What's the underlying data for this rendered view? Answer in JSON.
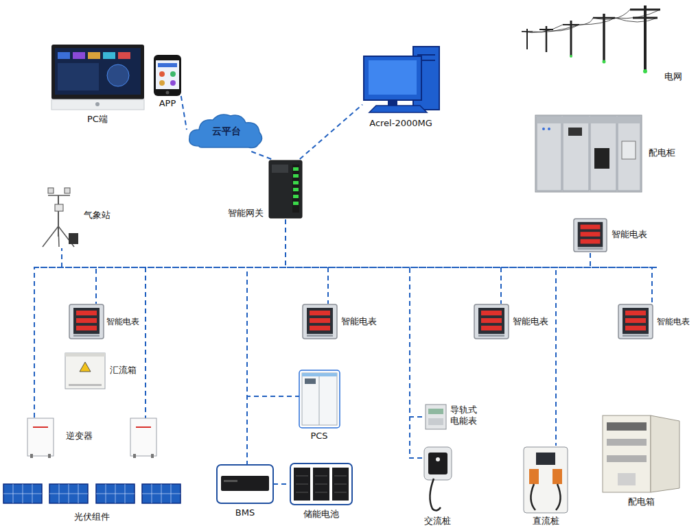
{
  "diagram": {
    "nodes": [
      {
        "text": [
          "PC端"
        ]
      },
      {
        "text": [
          "APP"
        ]
      },
      {
        "text": [
          "云平台"
        ]
      },
      {
        "text": [
          "Acrel-2000MG"
        ]
      },
      {
        "text": [
          "电网"
        ]
      },
      {
        "text": [
          "配电柜"
        ]
      },
      {
        "text": [
          "智能网关"
        ]
      },
      {
        "text": [
          "气象站"
        ]
      },
      {
        "text": [
          "智能电表"
        ]
      },
      {
        "text": [
          "智能电表"
        ]
      },
      {
        "text": [
          "汇流箱"
        ]
      },
      {
        "text": [
          "逆变器"
        ]
      },
      {
        "text": [
          "光伏组件"
        ]
      },
      {
        "text": [
          "智能电表"
        ]
      },
      {
        "text": [
          "PCS"
        ]
      },
      {
        "text": [
          "BMS"
        ]
      },
      {
        "text": [
          "储能电池"
        ]
      },
      {
        "text": [
          "智能电表"
        ]
      },
      {
        "text": [
          "导轨式 电能表"
        ]
      },
      {
        "text": [
          "交流桩"
        ]
      },
      {
        "text": [
          "直流桩"
        ]
      },
      {
        "text": [
          "智能电表"
        ]
      },
      {
        "text": [
          "配电箱"
        ]
      }
    ],
    "edges": [
      {
        "from": 1,
        "to": 2,
        "arrow": "none"
      },
      {
        "from": 2,
        "to": 6,
        "arrow": "none"
      },
      {
        "from": 6,
        "to": 3,
        "arrow": "none"
      },
      {
        "from": 6,
        "to": 7,
        "arrow": "none"
      },
      {
        "from": 6,
        "to": 9,
        "arrow": "none"
      },
      {
        "from": 6,
        "to": 11,
        "arrow": "none"
      },
      {
        "from": 6,
        "to": 14,
        "arrow": "none"
      },
      {
        "from": 6,
        "to": 15,
        "arrow": "none"
      },
      {
        "from": 15,
        "to": 16,
        "arrow": "none"
      },
      {
        "from": 6,
        "to": 13,
        "arrow": "none"
      },
      {
        "from": 6,
        "to": 18,
        "arrow": "none"
      },
      {
        "from": 6,
        "to": 19,
        "arrow": "none"
      },
      {
        "from": 6,
        "to": 17,
        "arrow": "none"
      },
      {
        "from": 6,
        "to": 20,
        "arrow": "none"
      },
      {
        "from": 6,
        "to": 21,
        "arrow": "none"
      },
      {
        "from": 6,
        "to": 8,
        "arrow": "none"
      }
    ]
  }
}
